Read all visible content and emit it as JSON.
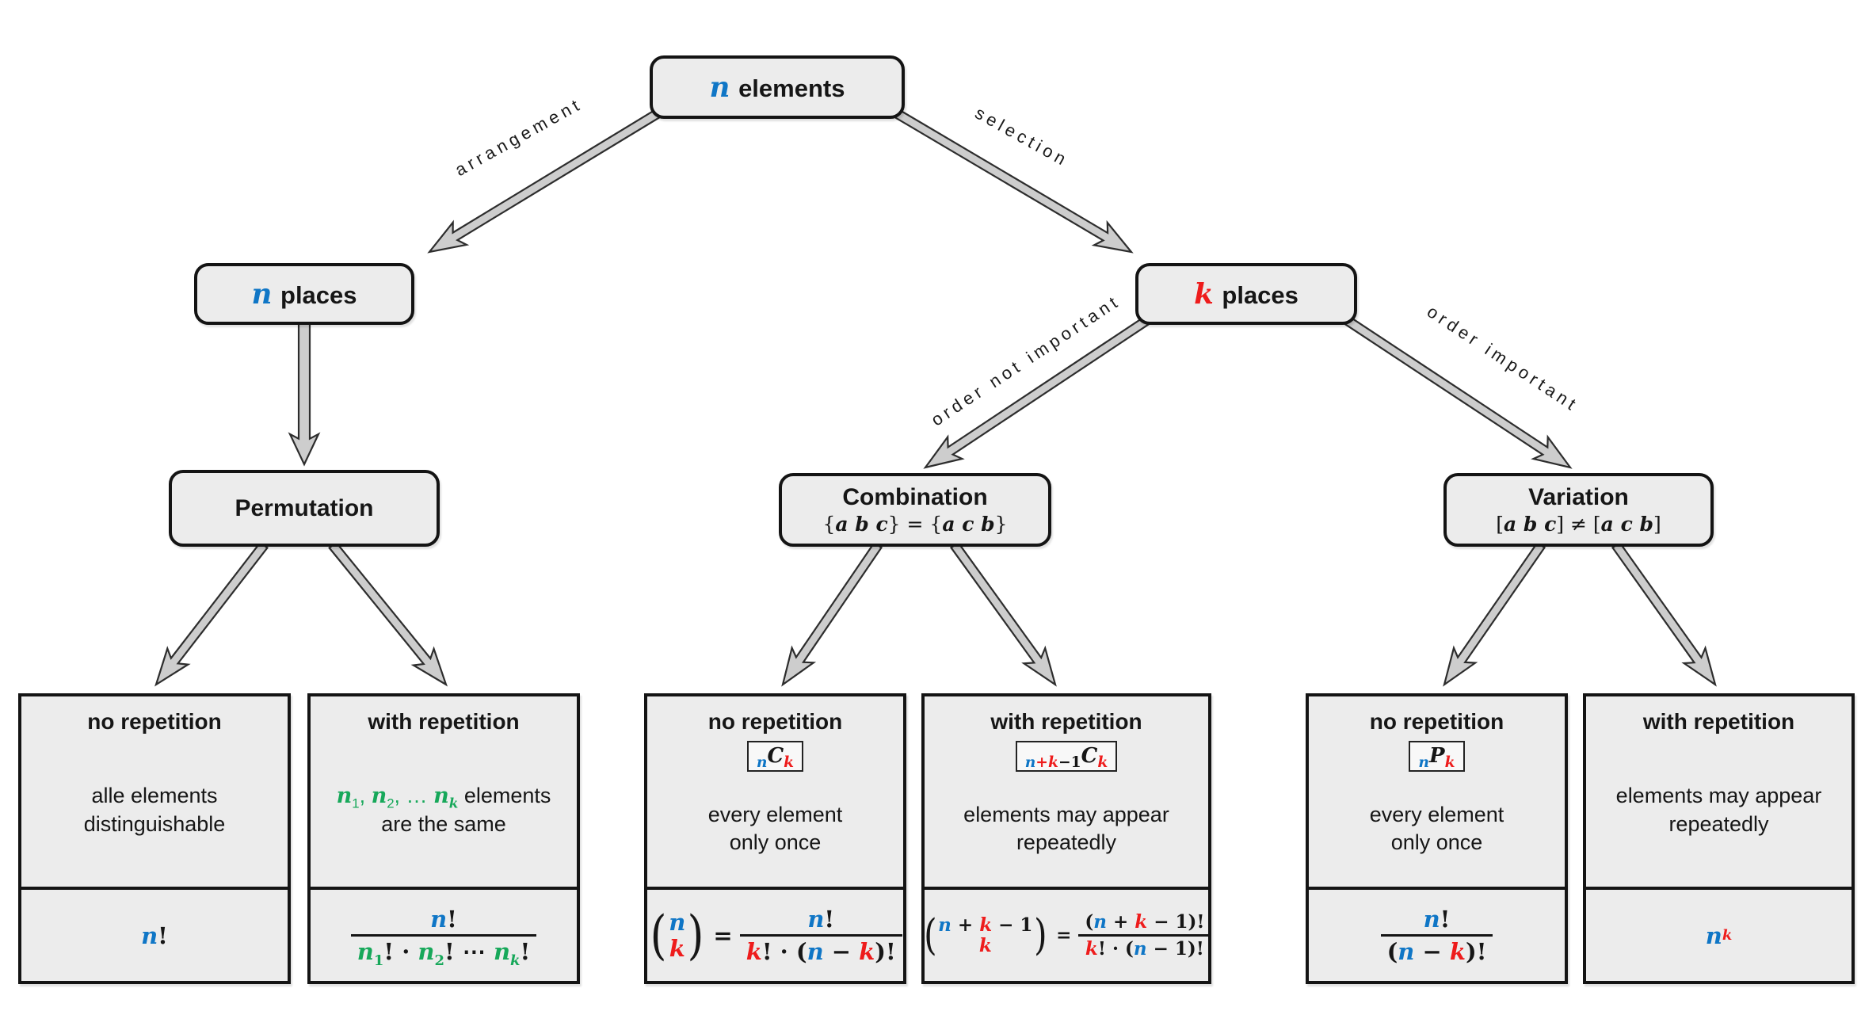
{
  "colors": {
    "blue": "#0f76c6",
    "red": "#ee1c1c",
    "green": "#17a85a"
  },
  "nodes": {
    "root": {
      "label_segs": [
        {
          "t": "n",
          "c": "blue",
          "m": 1
        },
        {
          "t": " elements"
        }
      ]
    },
    "n_places": {
      "label_segs": [
        {
          "t": "n",
          "c": "blue",
          "m": 1
        },
        {
          "t": " places"
        }
      ]
    },
    "k_places": {
      "label_segs": [
        {
          "t": "k",
          "c": "red",
          "m": 1
        },
        {
          "t": " places"
        }
      ]
    },
    "permutation": {
      "title": "Permutation"
    },
    "combination": {
      "title": "Combination",
      "subtitle_segs": [
        {
          "t": "{"
        },
        {
          "t": "a b c",
          "m": 1
        },
        {
          "t": "} = {"
        },
        {
          "t": "a c b",
          "m": 1
        },
        {
          "t": "}"
        }
      ]
    },
    "variation": {
      "title": "Variation",
      "subtitle_segs": [
        {
          "t": "["
        },
        {
          "t": "a b c",
          "m": 1
        },
        {
          "t": "] ≠ ["
        },
        {
          "t": "a c b",
          "m": 1
        },
        {
          "t": "]"
        }
      ]
    }
  },
  "edge_labels": {
    "arrangement": "arrangement",
    "selection": "selection",
    "order_not_important": "order not important",
    "order_important": "order important"
  },
  "leaves": [
    {
      "title": "no repetition",
      "badge_segs": null,
      "desc_line1": [
        {
          "t": "alle elements"
        }
      ],
      "desc_line2": [
        {
          "t": "distinguishable"
        }
      ],
      "formula": {
        "type": "plain",
        "segs": [
          {
            "t": "n",
            "c": "blue",
            "m": 1
          },
          {
            "t": "!"
          }
        ]
      }
    },
    {
      "title": "with repetition",
      "badge_segs": null,
      "desc_line1": [
        {
          "t": "n",
          "c": "green",
          "m": 1
        },
        {
          "t": "1",
          "c": "green",
          "sub": 1
        },
        {
          "t": ", ",
          "c": "green"
        },
        {
          "t": "n",
          "c": "green",
          "m": 1
        },
        {
          "t": "2",
          "c": "green",
          "sub": 1
        },
        {
          "t": ", … ",
          "c": "green"
        },
        {
          "t": "n",
          "c": "green",
          "m": 1
        },
        {
          "t": "k",
          "c": "green",
          "m": 1,
          "sub": 1
        },
        {
          "t": " elements"
        }
      ],
      "desc_line2": [
        {
          "t": "are the same"
        }
      ],
      "formula": {
        "type": "frac",
        "num": [
          {
            "t": "n",
            "c": "blue",
            "m": 1
          },
          {
            "t": "!"
          }
        ],
        "den": [
          {
            "t": "n",
            "c": "green",
            "m": 1
          },
          {
            "t": "1",
            "c": "green",
            "sub": 1
          },
          {
            "t": "! · "
          },
          {
            "t": "n",
            "c": "green",
            "m": 1
          },
          {
            "t": "2",
            "c": "green",
            "sub": 1
          },
          {
            "t": "! ⋯ "
          },
          {
            "t": "n",
            "c": "green",
            "m": 1
          },
          {
            "t": "k",
            "c": "green",
            "m": 1,
            "sub": 1
          },
          {
            "t": "!"
          }
        ]
      }
    },
    {
      "title": "no repetition",
      "badge_segs": [
        {
          "t": "n",
          "c": "blue",
          "m": 1,
          "sub": 1
        },
        {
          "t": "C",
          "m": 1
        },
        {
          "t": "k",
          "c": "red",
          "m": 1,
          "sub": 1
        }
      ],
      "desc_line1": [
        {
          "t": "every element"
        }
      ],
      "desc_line2": [
        {
          "t": "only once"
        }
      ],
      "formula": {
        "type": "binom",
        "top": [
          {
            "t": "n",
            "c": "blue",
            "m": 1
          }
        ],
        "bot": [
          {
            "t": "k",
            "c": "red",
            "m": 1
          }
        ],
        "num": [
          {
            "t": "n",
            "c": "blue",
            "m": 1
          },
          {
            "t": "!"
          }
        ],
        "den": [
          {
            "t": "k",
            "c": "red",
            "m": 1
          },
          {
            "t": "! · ("
          },
          {
            "t": "n",
            "c": "blue",
            "m": 1
          },
          {
            "t": " − "
          },
          {
            "t": "k",
            "c": "red",
            "m": 1
          },
          {
            "t": ")!"
          }
        ]
      }
    },
    {
      "title": "with repetition",
      "badge_segs": [
        {
          "t": "n",
          "c": "blue",
          "m": 1,
          "sub": 1
        },
        {
          "t": "+",
          "c": "red",
          "sub": 1
        },
        {
          "t": "k",
          "c": "red",
          "m": 1,
          "sub": 1
        },
        {
          "t": "−1",
          "sub": 1
        },
        {
          "t": "C",
          "m": 1
        },
        {
          "t": "k",
          "c": "red",
          "m": 1,
          "sub": 1
        }
      ],
      "desc_line1": [
        {
          "t": "elements may appear"
        }
      ],
      "desc_line2": [
        {
          "t": "repeatedly"
        }
      ],
      "formula": {
        "type": "binom",
        "top": [
          {
            "t": "n",
            "c": "blue",
            "m": 1
          },
          {
            "t": " + "
          },
          {
            "t": "k",
            "c": "red",
            "m": 1
          },
          {
            "t": " − 1"
          }
        ],
        "bot": [
          {
            "t": "k",
            "c": "red",
            "m": 1
          }
        ],
        "num": [
          {
            "t": "("
          },
          {
            "t": "n",
            "c": "blue",
            "m": 1
          },
          {
            "t": " + "
          },
          {
            "t": "k",
            "c": "red",
            "m": 1
          },
          {
            "t": " − 1)!"
          }
        ],
        "den": [
          {
            "t": "k",
            "c": "red",
            "m": 1
          },
          {
            "t": "! · ("
          },
          {
            "t": "n",
            "c": "blue",
            "m": 1
          },
          {
            "t": " − 1)!"
          }
        ]
      }
    },
    {
      "title": "no repetition",
      "badge_segs": [
        {
          "t": "n",
          "c": "blue",
          "m": 1,
          "sub": 1
        },
        {
          "t": "P",
          "m": 1
        },
        {
          "t": "k",
          "c": "red",
          "m": 1,
          "sub": 1
        }
      ],
      "desc_line1": [
        {
          "t": "every element"
        }
      ],
      "desc_line2": [
        {
          "t": "only once"
        }
      ],
      "formula": {
        "type": "frac",
        "num": [
          {
            "t": "n",
            "c": "blue",
            "m": 1
          },
          {
            "t": "!"
          }
        ],
        "den": [
          {
            "t": "("
          },
          {
            "t": "n",
            "c": "blue",
            "m": 1
          },
          {
            "t": " − "
          },
          {
            "t": "k",
            "c": "red",
            "m": 1
          },
          {
            "t": ")!"
          }
        ]
      }
    },
    {
      "title": "with repetition",
      "badge_segs": null,
      "desc_line1": [
        {
          "t": "elements may appear"
        }
      ],
      "desc_line2": [
        {
          "t": "repeatedly"
        }
      ],
      "formula": {
        "type": "plain",
        "segs": [
          {
            "t": "n",
            "c": "blue",
            "m": 1
          },
          {
            "t": "k",
            "c": "red",
            "m": 1,
            "sup": 1
          }
        ]
      }
    }
  ]
}
